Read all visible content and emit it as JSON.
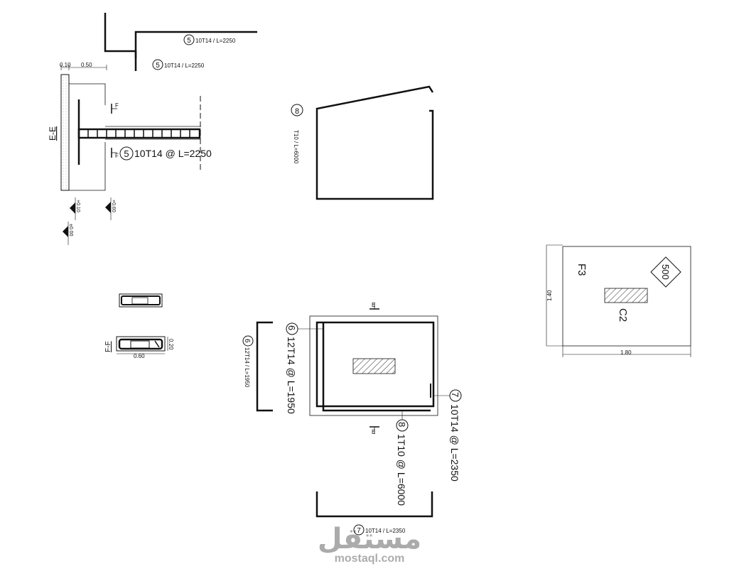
{
  "bars": {
    "mark5": {
      "number": "5",
      "text": "10T14 / L=2250"
    },
    "mark8": {
      "number": "8",
      "text": "T10 / L=6000"
    },
    "mark6": {
      "number": "6",
      "text": "12T14 / L=1950"
    },
    "mark7": {
      "number": "7",
      "text": "10T14 / L=2350"
    }
  },
  "section_ee": {
    "title": "E-E",
    "dim_left": "0.10",
    "dim_right": "0.50",
    "cut_mark": "F",
    "callout_number": "5",
    "callout_text": "10T14 @ L=2250",
    "level_1": "+0.10",
    "level_2": "+0.60",
    "level_3": "±0.00"
  },
  "section_ff": {
    "title": "F-F",
    "width": "0.60",
    "height": "0.20"
  },
  "footing_plan": {
    "cut_mark": "E",
    "callout_6_number": "6",
    "callout_6_text": "12T14 @ L=1950",
    "callout_7_number": "7",
    "callout_7_text": "10T14 @ L=2350",
    "callout_8_number": "8",
    "callout_8_text": "1T10 @ L=6000"
  },
  "f3": {
    "label": "F3",
    "column": "C2",
    "diamond_value": "500",
    "width": "1.80",
    "height": "1.40"
  },
  "watermark": {
    "arabic": "مستقل",
    "latin": "mostaql.com"
  },
  "colors": {
    "line": "#111111",
    "hatch": "#333333",
    "page": "#ffffff"
  }
}
